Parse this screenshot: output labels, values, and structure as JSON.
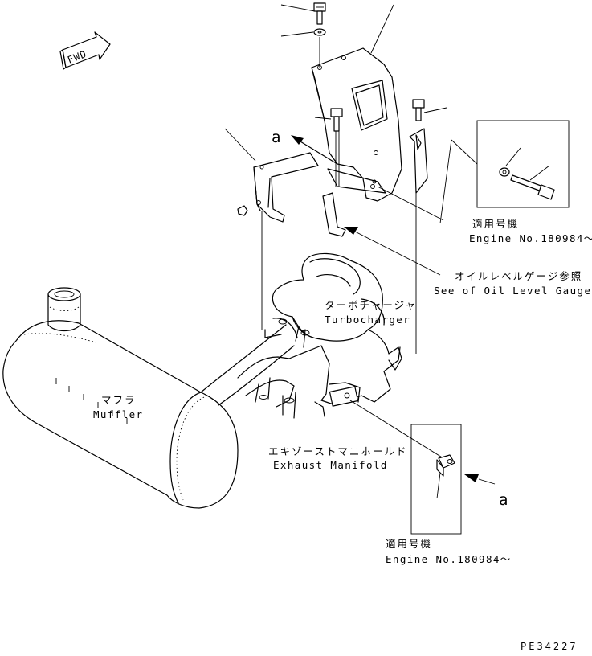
{
  "fwd_label": "FWD",
  "labels": {
    "engine_no_top_jp": "適用号機",
    "engine_no_top_en": "Engine No.180984～",
    "oil_level_jp": "オイルレベルゲージ参照",
    "oil_level_en": "See of Oil Level Gauge",
    "turbo_jp": "ターボチャージャ",
    "turbo_en": "Turbocharger",
    "muffler_jp": "マフラ",
    "muffler_en": "Muffler",
    "manifold_jp": "エキゾーストマニホールド",
    "manifold_en": "Exhaust Manifold",
    "engine_no_bottom_jp": "適用号機",
    "engine_no_bottom_en": "Engine No.180984～",
    "ref_a_top": "a",
    "ref_a_bottom": "a"
  },
  "drawing_code": "PE34227"
}
